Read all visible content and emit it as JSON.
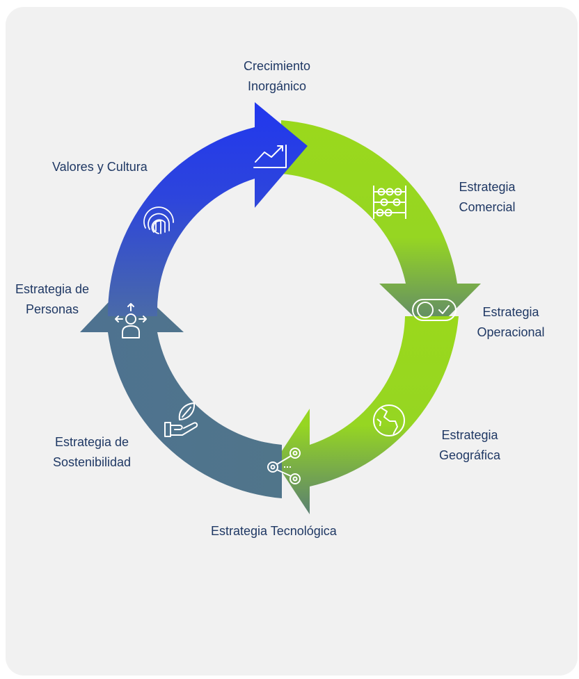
{
  "diagram": {
    "type": "cycle",
    "colors": {
      "blue": "#2137ee",
      "green": "#9ad81c",
      "slate": "#50758a",
      "label_text": "#1f3864",
      "background": "#f1f1f1"
    },
    "labels": {
      "crecimiento": "Crecimiento\nInorgánico",
      "valores": "Valores y Cultura",
      "comercial": "Estrategia\nComercial",
      "operacional": "Estrategia\nOperacional",
      "personas": "Estrategia de\nPersonas",
      "geografica": "Estrategia\nGeográfica",
      "sostenibilidad": "Estrategia de\nSostenibilidad",
      "tecnologica": "Estrategia Tecnológica"
    },
    "icons": {
      "crecimiento": "trend-up-chart-icon",
      "comercial": "abacus-icon",
      "operacional": "toggle-check-icon",
      "geografica": "globe-icon",
      "tecnologica": "connected-nodes-icon",
      "sostenibilidad": "hand-leaf-icon",
      "personas": "person-arrows-icon",
      "valores": "fingerprint-icon"
    }
  }
}
